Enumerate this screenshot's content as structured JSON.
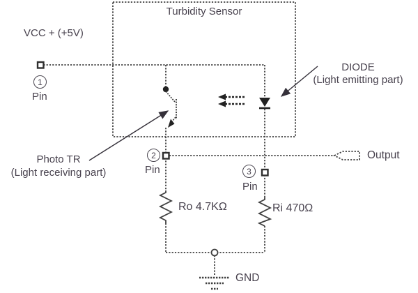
{
  "diagram": {
    "title": "Turbidity Sensor",
    "labels": {
      "vcc": "VCC + (+5V)",
      "output": "Output",
      "gnd": "GND",
      "photo_tr_name": "Photo TR",
      "photo_tr_desc": "(Light receiving part)",
      "diode_name": "DIODE",
      "diode_desc": "(Light emitting part)",
      "resistor_ro": "Ro 4.7KΩ",
      "resistor_ri": "Ri 470Ω"
    },
    "pins": [
      {
        "number": "1",
        "label": "Pin"
      },
      {
        "number": "2",
        "label": "Pin"
      },
      {
        "number": "3",
        "label": "Pin"
      }
    ],
    "colors": {
      "line": "#3f3f3f",
      "text": "#48424e",
      "background": "#ffffff"
    }
  }
}
